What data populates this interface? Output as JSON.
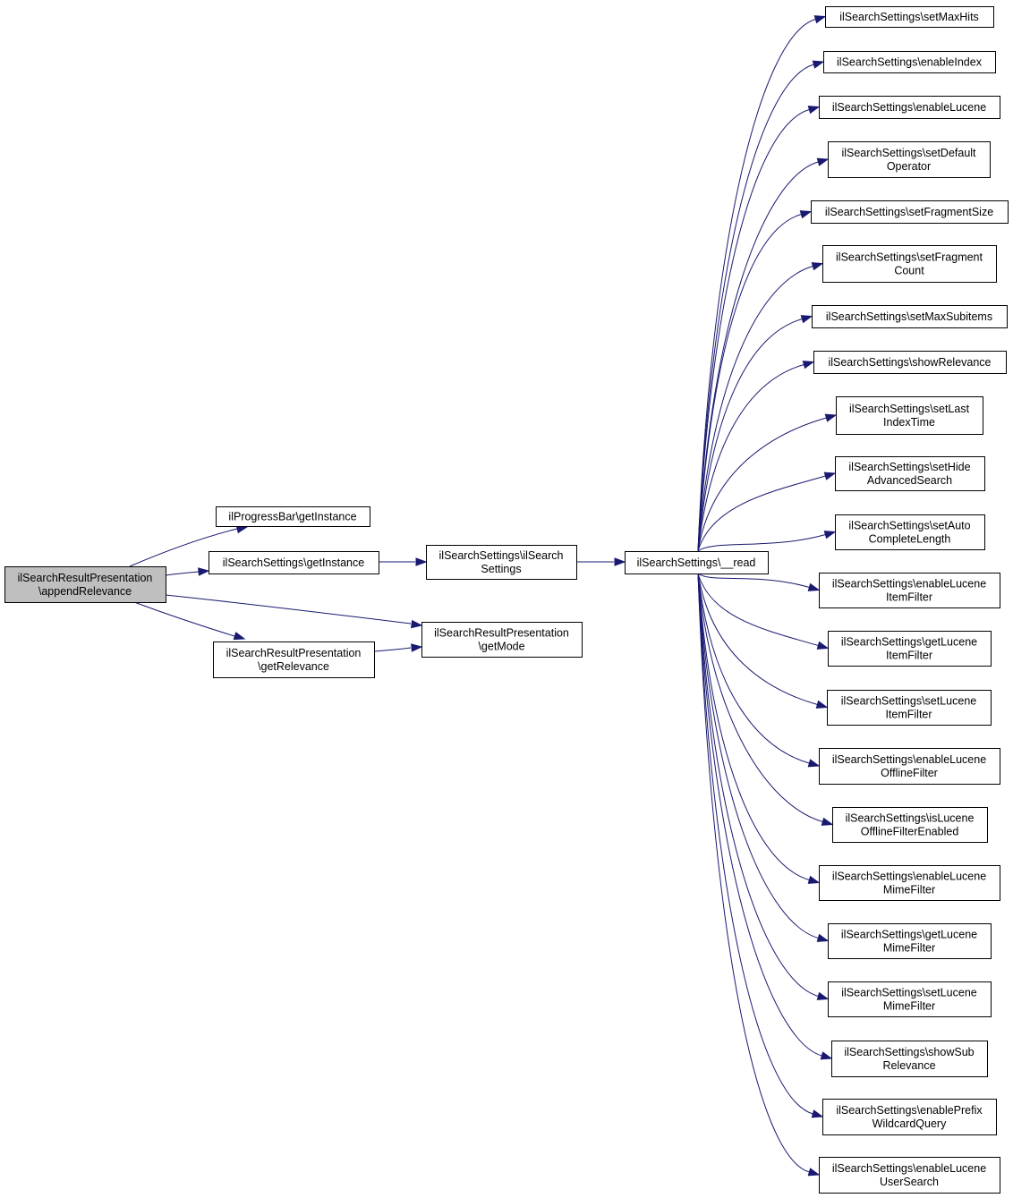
{
  "diagram": {
    "nodes": [
      {
        "id": "n0",
        "lines": [
          "ilSearchResultPresentation",
          "\\appendRelevance"
        ],
        "root": true
      },
      {
        "id": "n1",
        "lines": [
          "ilProgressBar\\getInstance"
        ]
      },
      {
        "id": "n2",
        "lines": [
          "ilSearchSettings\\getInstance"
        ]
      },
      {
        "id": "n3",
        "lines": [
          "ilSearchResultPresentation",
          "\\getRelevance"
        ]
      },
      {
        "id": "n4",
        "lines": [
          "ilSearchSettings\\ilSearch",
          "Settings"
        ]
      },
      {
        "id": "n5",
        "lines": [
          "ilSearchResultPresentation",
          "\\getMode"
        ]
      },
      {
        "id": "n6",
        "lines": [
          "ilSearchSettings\\__read"
        ]
      },
      {
        "id": "t0",
        "lines": [
          "ilSearchSettings\\setMaxHits"
        ]
      },
      {
        "id": "t1",
        "lines": [
          "ilSearchSettings\\enableIndex"
        ]
      },
      {
        "id": "t2",
        "lines": [
          "ilSearchSettings\\enableLucene"
        ]
      },
      {
        "id": "t3",
        "lines": [
          "ilSearchSettings\\setDefault",
          "Operator"
        ]
      },
      {
        "id": "t4",
        "lines": [
          "ilSearchSettings\\setFragmentSize"
        ]
      },
      {
        "id": "t5",
        "lines": [
          "ilSearchSettings\\setFragment",
          "Count"
        ]
      },
      {
        "id": "t6",
        "lines": [
          "ilSearchSettings\\setMaxSubitems"
        ]
      },
      {
        "id": "t7",
        "lines": [
          "ilSearchSettings\\showRelevance"
        ]
      },
      {
        "id": "t8",
        "lines": [
          "ilSearchSettings\\setLast",
          "IndexTime"
        ]
      },
      {
        "id": "t9",
        "lines": [
          "ilSearchSettings\\setHide",
          "AdvancedSearch"
        ]
      },
      {
        "id": "t10",
        "lines": [
          "ilSearchSettings\\setAuto",
          "CompleteLength"
        ]
      },
      {
        "id": "t11",
        "lines": [
          "ilSearchSettings\\enableLucene",
          "ItemFilter"
        ]
      },
      {
        "id": "t12",
        "lines": [
          "ilSearchSettings\\getLucene",
          "ItemFilter"
        ]
      },
      {
        "id": "t13",
        "lines": [
          "ilSearchSettings\\setLucene",
          "ItemFilter"
        ]
      },
      {
        "id": "t14",
        "lines": [
          "ilSearchSettings\\enableLucene",
          "OfflineFilter"
        ]
      },
      {
        "id": "t15",
        "lines": [
          "ilSearchSettings\\isLucene",
          "OfflineFilterEnabled"
        ]
      },
      {
        "id": "t16",
        "lines": [
          "ilSearchSettings\\enableLucene",
          "MimeFilter"
        ]
      },
      {
        "id": "t17",
        "lines": [
          "ilSearchSettings\\getLucene",
          "MimeFilter"
        ]
      },
      {
        "id": "t18",
        "lines": [
          "ilSearchSettings\\setLucene",
          "MimeFilter"
        ]
      },
      {
        "id": "t19",
        "lines": [
          "ilSearchSettings\\showSub",
          "Relevance"
        ]
      },
      {
        "id": "t20",
        "lines": [
          "ilSearchSettings\\enablePrefix",
          "WildcardQuery"
        ]
      },
      {
        "id": "t21",
        "lines": [
          "ilSearchSettings\\enableLucene",
          "UserSearch"
        ]
      }
    ],
    "edges": [
      {
        "from": "n0",
        "to": "n1"
      },
      {
        "from": "n0",
        "to": "n2"
      },
      {
        "from": "n0",
        "to": "n3"
      },
      {
        "from": "n0",
        "to": "n5"
      },
      {
        "from": "n2",
        "to": "n4"
      },
      {
        "from": "n3",
        "to": "n5"
      },
      {
        "from": "n4",
        "to": "n6"
      },
      {
        "from": "n6",
        "to": "t0"
      },
      {
        "from": "n6",
        "to": "t1"
      },
      {
        "from": "n6",
        "to": "t2"
      },
      {
        "from": "n6",
        "to": "t3"
      },
      {
        "from": "n6",
        "to": "t4"
      },
      {
        "from": "n6",
        "to": "t5"
      },
      {
        "from": "n6",
        "to": "t6"
      },
      {
        "from": "n6",
        "to": "t7"
      },
      {
        "from": "n6",
        "to": "t8"
      },
      {
        "from": "n6",
        "to": "t9"
      },
      {
        "from": "n6",
        "to": "t10"
      },
      {
        "from": "n6",
        "to": "t11"
      },
      {
        "from": "n6",
        "to": "t12"
      },
      {
        "from": "n6",
        "to": "t13"
      },
      {
        "from": "n6",
        "to": "t14"
      },
      {
        "from": "n6",
        "to": "t15"
      },
      {
        "from": "n6",
        "to": "t16"
      },
      {
        "from": "n6",
        "to": "t17"
      },
      {
        "from": "n6",
        "to": "t18"
      },
      {
        "from": "n6",
        "to": "t19"
      },
      {
        "from": "n6",
        "to": "t20"
      },
      {
        "from": "n6",
        "to": "t21"
      }
    ],
    "colors": {
      "edge": "#191970",
      "root_fill": "#bfbfbf",
      "node_fill": "#ffffff",
      "border": "#000000"
    }
  }
}
